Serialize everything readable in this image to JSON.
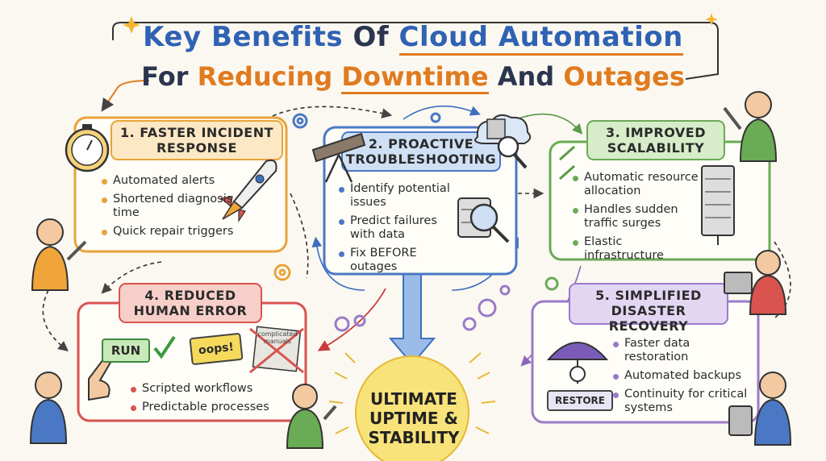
{
  "title": {
    "line1_a": "Key Benefits",
    "line1_b": "Of",
    "line1_c": "Cloud Automation",
    "line2_a": "For",
    "line2_b": "Reducing",
    "line2_c": "Downtime",
    "line2_d": "And",
    "line2_e": "Outages"
  },
  "boxes": [
    {
      "title": "1. FASTER INCIDENT RESPONSE",
      "items": [
        "Automated alerts",
        "Shortened diagnosis time",
        "Quick repair triggers"
      ]
    },
    {
      "title": "2. PROACTIVE TROUBLESHOOTING",
      "items": [
        "Identify potential issues",
        "Predict failures with data",
        "Fix BEFORE outages"
      ]
    },
    {
      "title": "3. IMPROVED SCALABILITY",
      "items": [
        "Automatic resource allocation",
        "Handles sudden traffic surges",
        "Elastic infrastructure"
      ]
    },
    {
      "title": "4. REDUCED HUMAN ERROR",
      "items": [
        "Scripted workflows",
        "Predictable processes"
      ]
    },
    {
      "title": "5. SIMPLIFIED DISASTER RECOVERY",
      "items": [
        "Faster data restoration",
        "Automated backups",
        "Continuity for critical systems"
      ]
    }
  ],
  "center": {
    "line1": "ULTIMATE",
    "line2": "UPTIME &",
    "line3": "STABILITY"
  },
  "labels": {
    "run": "RUN",
    "oops": "oops!",
    "manual": "complicated manuals",
    "restore": "RESTORE"
  },
  "colors": {
    "orange": "#e8a33a",
    "blue": "#4a78c4",
    "green": "#6aab55",
    "red": "#d9534f",
    "purple": "#9a7ac8",
    "sun": "#f5d84a"
  }
}
